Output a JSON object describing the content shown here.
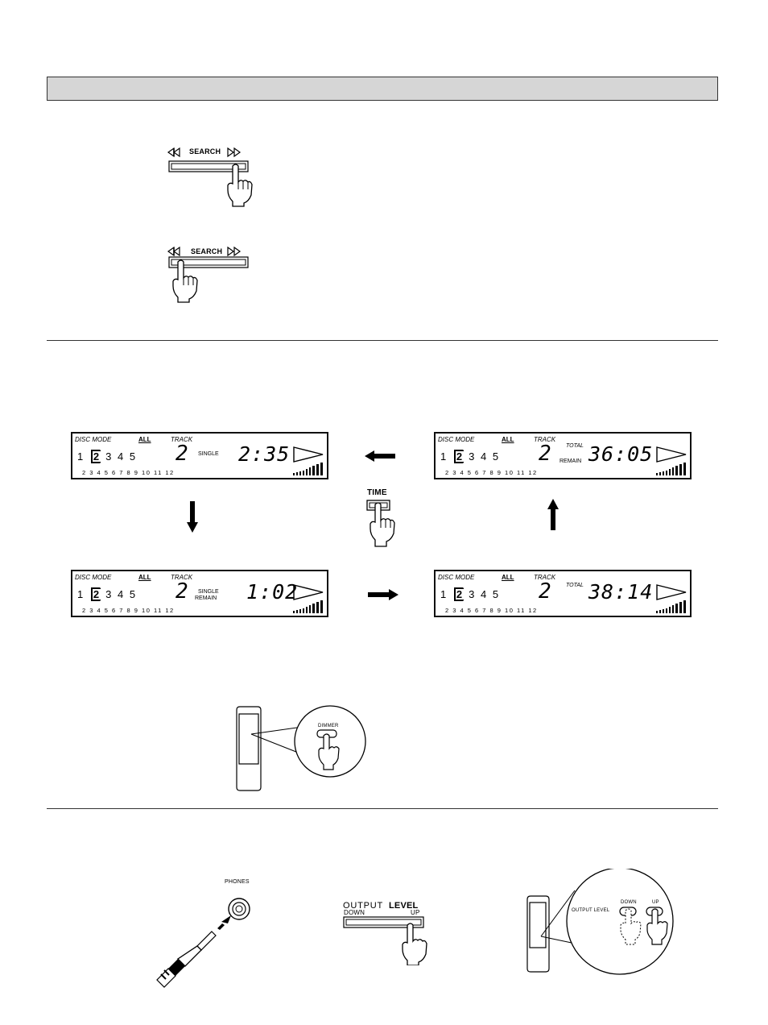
{
  "search_panel_top": {
    "label": "SEARCH"
  },
  "search_panel_bottom": {
    "label": "SEARCH"
  },
  "displays": [
    {
      "disc_mode": "DISC MODE",
      "all": "ALL",
      "track_label": "TRACK",
      "discs": [
        "1",
        "2",
        "3",
        "4",
        "5"
      ],
      "track": "2",
      "mode_line1": "SINGLE",
      "mode_line2": "",
      "time": "2:35",
      "numbers": "2 3 4 5 6 7 8 9 10 11 12"
    },
    {
      "disc_mode": "DISC MODE",
      "all": "ALL",
      "track_label": "TRACK",
      "discs": [
        "1",
        "2",
        "3",
        "4",
        "5"
      ],
      "track": "2",
      "mode_line1": "TOTAL",
      "mode_line2": "REMAIN",
      "time": "36:05",
      "numbers": "2 3 4 5 6 7 8 9 10 11 12"
    },
    {
      "disc_mode": "DISC MODE",
      "all": "ALL",
      "track_label": "TRACK",
      "discs": [
        "1",
        "2",
        "3",
        "4",
        "5"
      ],
      "track": "2",
      "mode_line1": "SINGLE",
      "mode_line2": "REMAIN",
      "time": "1:02",
      "numbers": "2 3 4 5 6 7 8 9 10 11 12"
    },
    {
      "disc_mode": "DISC MODE",
      "all": "ALL",
      "track_label": "TRACK",
      "discs": [
        "1",
        "2",
        "3",
        "4",
        "5"
      ],
      "track": "2",
      "mode_line1": "TOTAL",
      "mode_line2": "",
      "time": "38:14",
      "numbers": "2 3 4 5 6 7 8 9 10 11 12"
    }
  ],
  "time_button": {
    "label": "TIME"
  },
  "dimmer": {
    "label": "DIMMER"
  },
  "phones": {
    "label": "PHONES"
  },
  "output_level": {
    "title_a": "OUTPUT",
    "title_b": "LEVEL",
    "down": "DOWN",
    "up": "UP"
  },
  "remote_output": {
    "label": "OUTPUT LEVEL",
    "down": "DOWN",
    "up": "UP"
  },
  "colors": {
    "header_bar": "#d6d6d6",
    "ink": "#000000"
  }
}
